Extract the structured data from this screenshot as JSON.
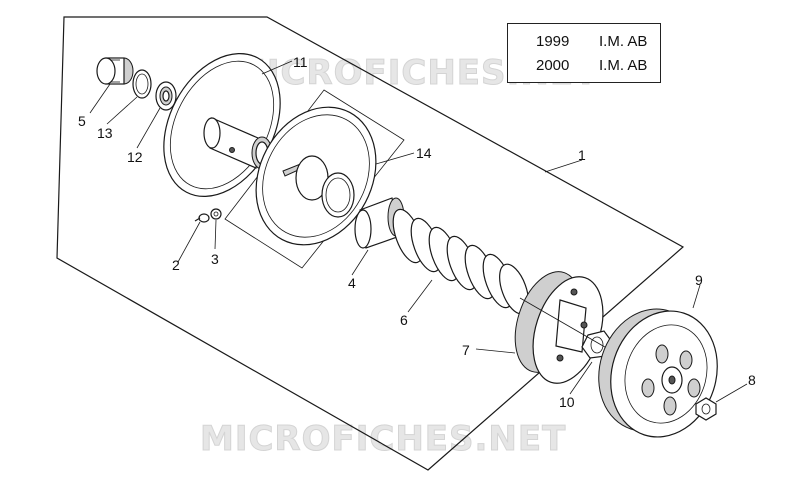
{
  "watermark": {
    "top": "MICROFICHES.NET",
    "bottom": "MICROFICHES.NET"
  },
  "legend": {
    "rows": [
      {
        "year": "1999",
        "code": "I.M. AB"
      },
      {
        "year": "2000",
        "code": "I.M. AB"
      }
    ]
  },
  "callouts": {
    "p1": "1",
    "p2": "2",
    "p3": "3",
    "p4": "4",
    "p5": "5",
    "p6": "6",
    "p7": "7",
    "p8": "8",
    "p9": "9",
    "p10": "10",
    "p11": "11",
    "p12": "12",
    "p13": "13",
    "p14": "14"
  }
}
